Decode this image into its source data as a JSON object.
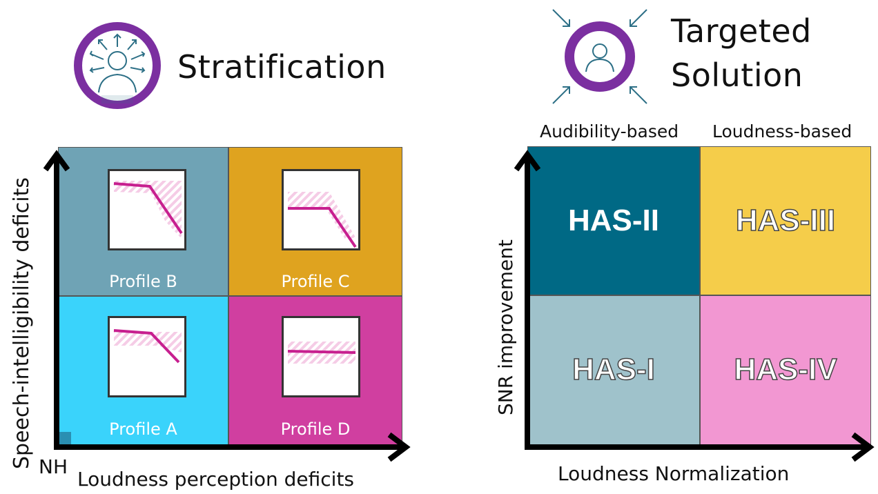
{
  "left": {
    "title": "Stratification",
    "y_axis_label": "Speech-intelligibility deficits",
    "x_axis_label": "Loudness perception deficits",
    "origin_label": "NH",
    "profiles": {
      "b": {
        "label": "Profile B",
        "color": "#6fa3b5"
      },
      "c": {
        "label": "Profile C",
        "color": "#dfa31f"
      },
      "a": {
        "label": "Profile A",
        "color": "#3ad3fb"
      },
      "d": {
        "label": "Profile D",
        "color": "#d03fa0"
      }
    }
  },
  "right": {
    "title_line1": "Targeted",
    "title_line2": "Solution",
    "col_left": "Audibility-based",
    "col_right": "Loudness-based",
    "y_axis_label": "SNR improvement",
    "x_axis_label": "Loudness Normalization",
    "cells": {
      "has2": {
        "label": "HAS-II",
        "color": "#006985"
      },
      "has3": {
        "label": "HAS-III",
        "color": "#f5cd4a"
      },
      "has1": {
        "label": "HAS-I",
        "color": "#9fc2cb"
      },
      "has4": {
        "label": "HAS-IV",
        "color": "#f297d2"
      }
    }
  },
  "colors": {
    "accent_purple": "#7b2fa0",
    "icon_teal": "#2c6f86",
    "curve_magenta": "#c71f8f"
  }
}
